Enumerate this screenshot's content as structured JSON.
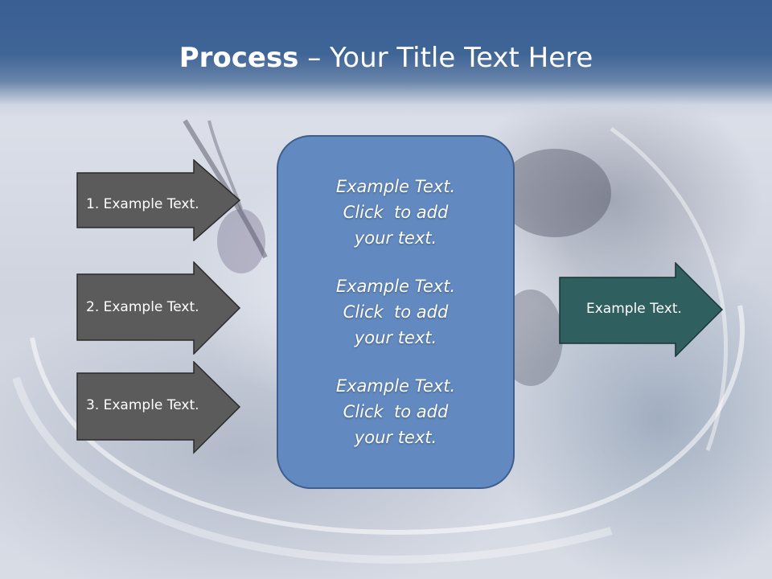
{
  "slide": {
    "title_bold": "Process",
    "title_rest": " – Your Title Text Here"
  },
  "inputs": [
    {
      "label": "1. Example Text."
    },
    {
      "label": "2. Example Text."
    },
    {
      "label": "3. Example Text."
    }
  ],
  "center": {
    "items": [
      {
        "line1": "Example Text.",
        "line2": "Click  to add",
        "line3": "your text."
      },
      {
        "line1": "Example Text.",
        "line2": "Click  to add",
        "line3": "your text."
      },
      {
        "line1": "Example Text.",
        "line2": "Click  to add",
        "line3": "your text."
      }
    ]
  },
  "output": {
    "label": "Example Text."
  },
  "colors": {
    "header": "#3a5f93",
    "input_arrow": "#5b5b5b",
    "center_box": "#6289c0",
    "output_arrow": "#2f5f5f"
  }
}
